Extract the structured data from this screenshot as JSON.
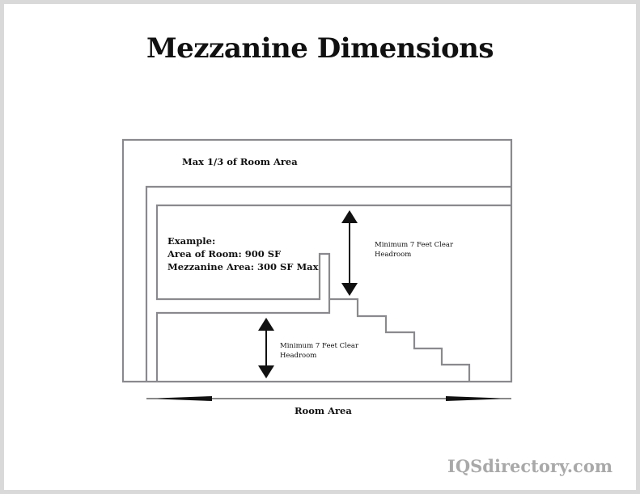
{
  "title": "Mezzanine Dimensions",
  "diagram": {
    "max_area_label": "Max  1/3 of Room Area",
    "example": {
      "heading": "Example:",
      "room_area": "Area of Room: 900 SF",
      "mezzanine_area": "Mezzanine Area: 300 SF Max"
    },
    "upper_headroom": [
      "Minimum 7 Feet  Clear",
      "Headroom"
    ],
    "lower_headroom": [
      "Minimum 7 Feet  Clear",
      "Headroom"
    ],
    "room_area_label": "Room Area"
  },
  "watermark": "IQSdirectory.com",
  "colors": {
    "outline": "#8a8a8e",
    "text": "#111111",
    "watermark": "#a9a9a9"
  }
}
